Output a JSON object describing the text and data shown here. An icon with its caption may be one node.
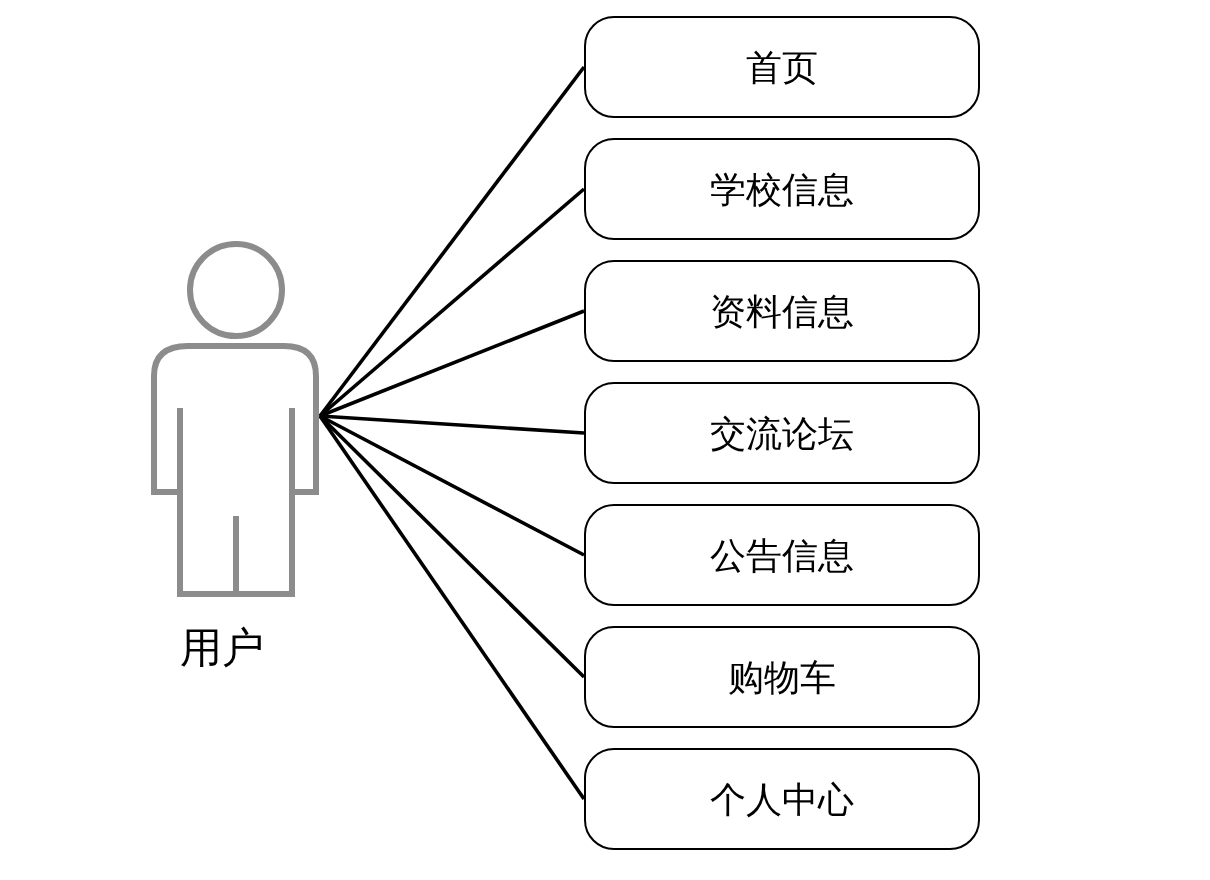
{
  "diagram": {
    "nodes": [
      {
        "text": [
          "用户"
        ]
      },
      {
        "text": [
          "首页"
        ]
      },
      {
        "text": [
          "学校信息"
        ]
      },
      {
        "text": [
          "资料信息"
        ]
      },
      {
        "text": [
          "交流论坛"
        ]
      },
      {
        "text": [
          "公告信息"
        ]
      },
      {
        "text": [
          "购物车"
        ]
      },
      {
        "text": [
          "个人中心"
        ]
      }
    ],
    "edges": [
      {
        "from": 0,
        "to": 1,
        "arrow": "none"
      },
      {
        "from": 0,
        "to": 2,
        "arrow": "none"
      },
      {
        "from": 0,
        "to": 3,
        "arrow": "none"
      },
      {
        "from": 0,
        "to": 4,
        "arrow": "none"
      },
      {
        "from": 0,
        "to": 5,
        "arrow": "none"
      },
      {
        "from": 0,
        "to": 6,
        "arrow": "none"
      },
      {
        "from": 0,
        "to": 7,
        "arrow": "none"
      }
    ]
  }
}
